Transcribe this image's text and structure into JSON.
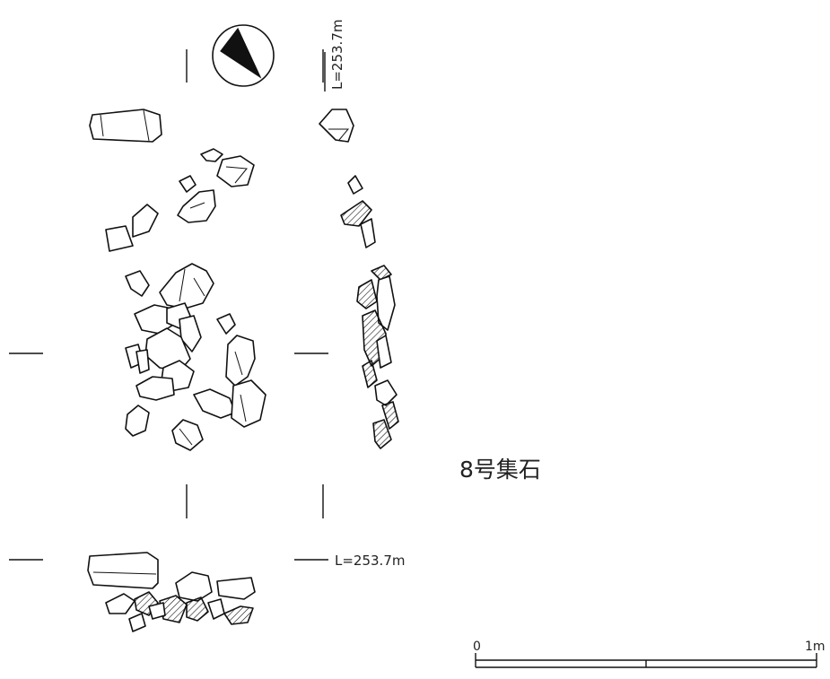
{
  "figure": {
    "title": "8号集石",
    "elevation_side": "L=253.7m",
    "elevation_bottom": "L=253.7m",
    "north_arrow_icon": "north-arrow-icon"
  },
  "scale_bar": {
    "start_label": "0",
    "end_label": "1m"
  },
  "colors": {
    "line": "#111111",
    "background": "#ffffff"
  }
}
